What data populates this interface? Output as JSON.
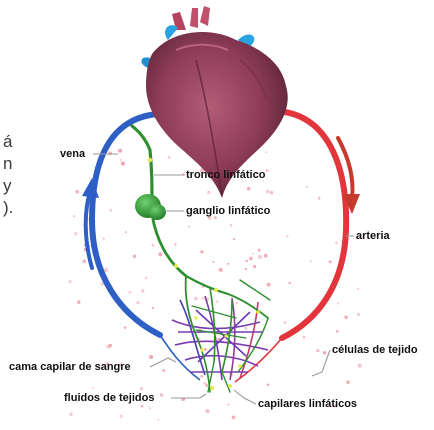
{
  "labels": {
    "vena": "vena",
    "tronco": "tronco linfático",
    "ganglio": "ganglio linfático",
    "arteria": "arteria",
    "celulas": "células de tejido",
    "cama": "cama capilar de sangre",
    "fluidos": "fluidos de tejidos",
    "capilares": "capilares linfáticos"
  },
  "cropped_text": [
    "á",
    "n",
    "y",
    ")."
  ],
  "colors": {
    "artery": "#e2353c",
    "vein": "#2d5fc4",
    "lymph": "#2e8f2e",
    "heart": "#8e3c58",
    "capillary_purple": "#7a3bb0",
    "tissue_dot": "#ef9aa7",
    "leader": "#9a9a9a"
  },
  "icons": {
    "heart": "heart-illustration",
    "lymph_node": "lymph-node-icon",
    "flow_arrow_up": "arrow-up-icon",
    "flow_arrow_down": "arrow-down-icon"
  }
}
